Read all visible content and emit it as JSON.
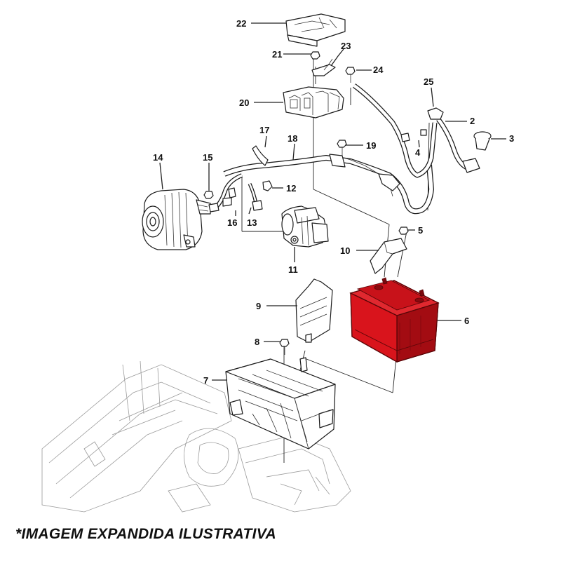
{
  "labels": {
    "p1": "2",
    "p2": "3",
    "p3": "4",
    "p4": "5",
    "p5": "6",
    "p6": "7",
    "p7": "8",
    "p8": "9",
    "p9": "10",
    "p10": "11",
    "p11": "12",
    "p12": "13",
    "p13": "14",
    "p14": "15",
    "p15": "16",
    "p16": "17",
    "p17": "18",
    "p18": "19",
    "p19": "20",
    "p20": "21",
    "p21": "22",
    "p22": "23",
    "p23": "24",
    "p24": "25"
  },
  "caption": "*IMAGEM EXPANDIDA ILUSTRATIVA",
  "colors": {
    "battery_highlight": "#d9141c",
    "battery_shadow": "#a30c12",
    "line": "#1a1a1a"
  }
}
